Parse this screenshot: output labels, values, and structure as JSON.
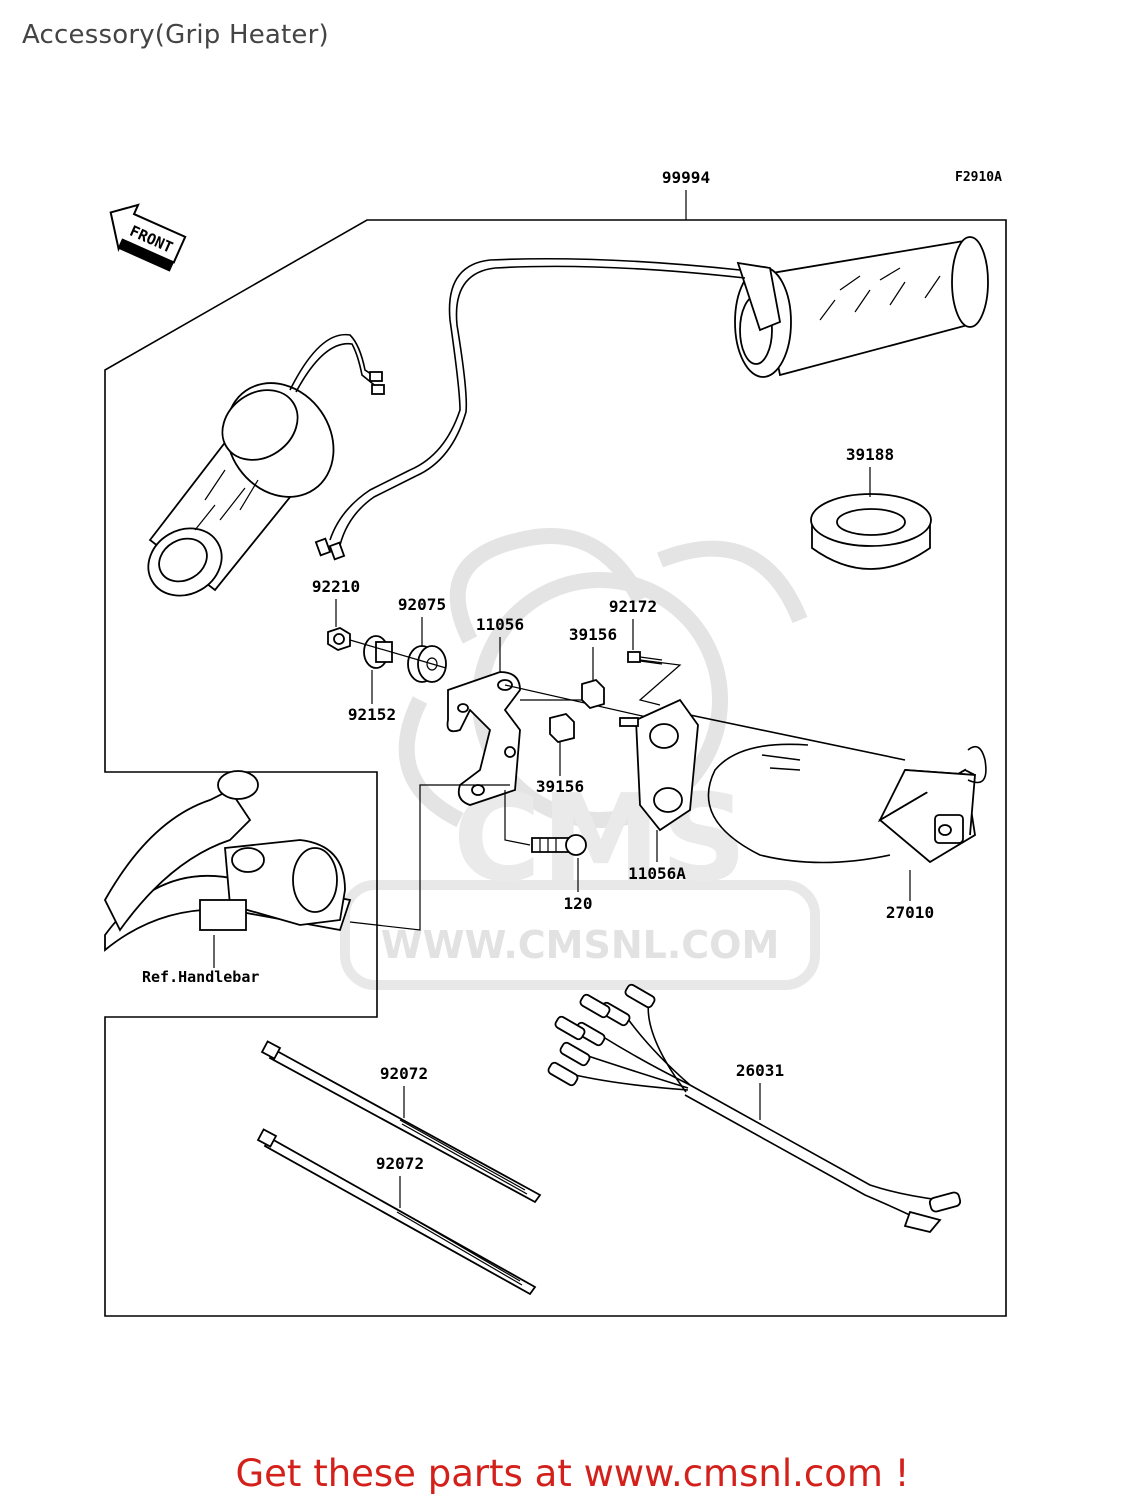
{
  "page": {
    "title": "Accessory(Grip Heater)",
    "promo": "Get these parts at www.cmsnl.com !"
  },
  "diagram": {
    "figure_code": "F2910A",
    "direction_marker": "FRONT",
    "reference_label": "Ref.Handlebar",
    "watermark_url": "WWW.CMSNL.COM",
    "watermark_logo_text": "CMS",
    "part_labels": {
      "kit": "99994",
      "p39188": "39188",
      "p92210": "92210",
      "p92075": "92075",
      "p92172": "92172",
      "p11056": "11056",
      "p39156_top": "39156",
      "p92152": "92152",
      "p39156_bottom": "39156",
      "p120": "120",
      "p11056a": "11056A",
      "p27010": "27010",
      "p92072_top": "92072",
      "p92072_bottom": "92072",
      "p26031": "26031"
    }
  },
  "colors": {
    "promo_red": "#d4201a",
    "title_gray": "#444444",
    "watermark_gray": "#e4e4e4"
  }
}
